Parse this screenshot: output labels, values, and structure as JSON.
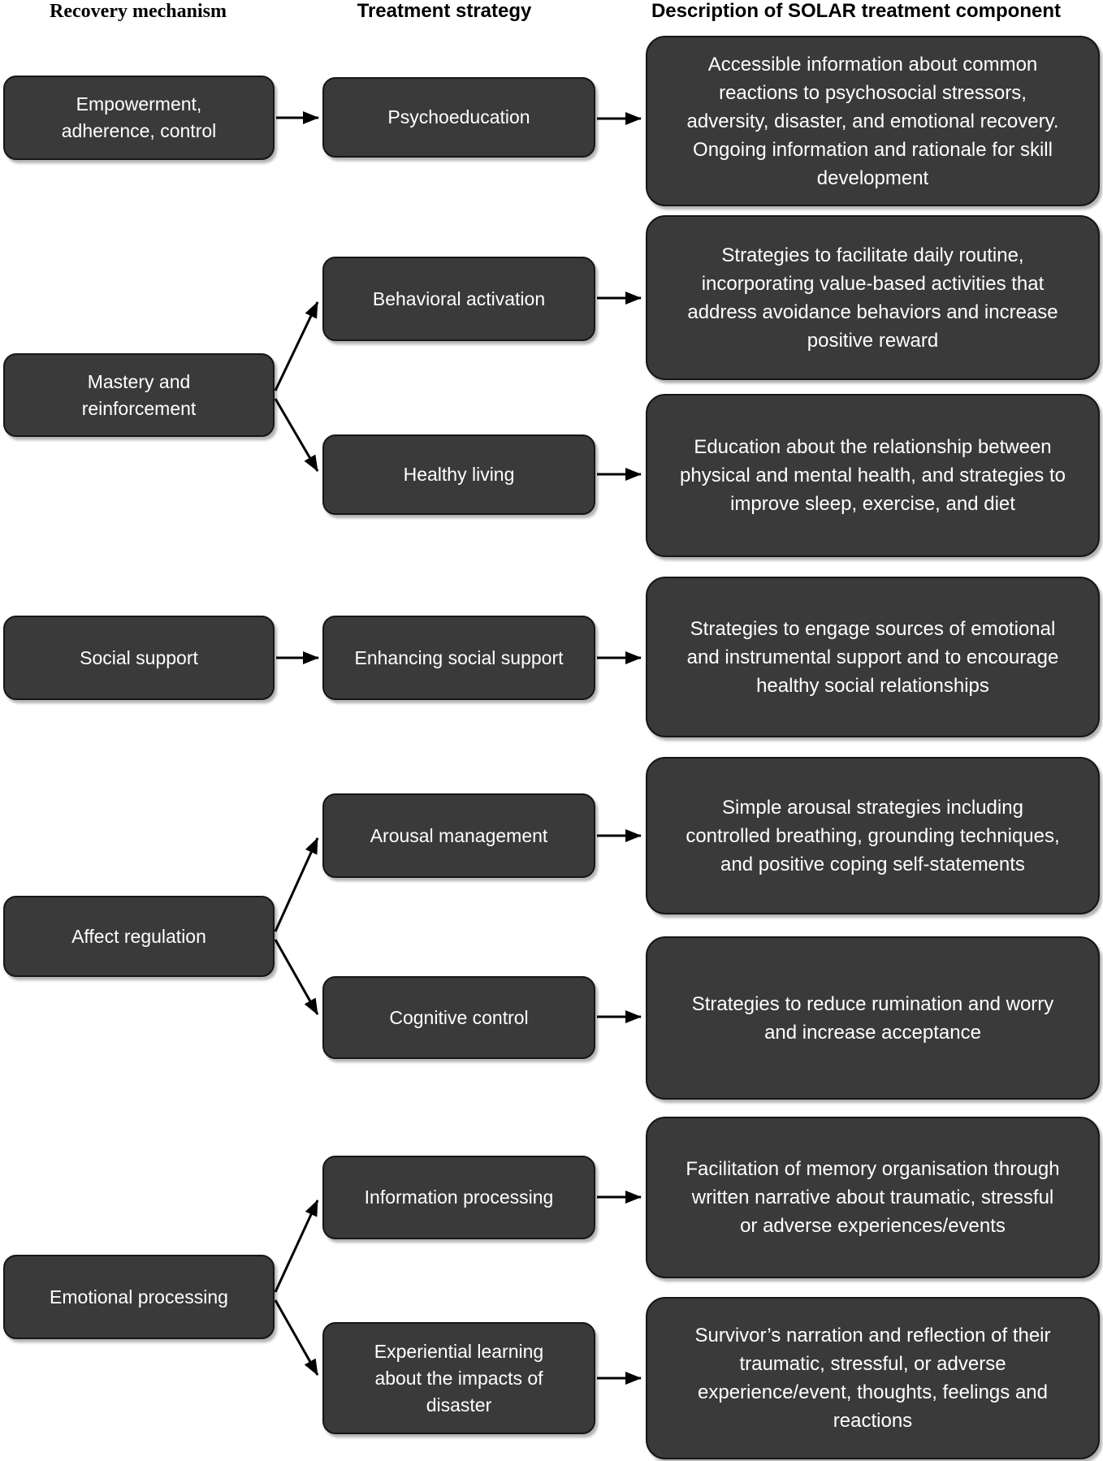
{
  "figure_title": "SOLAR treatment components diagram",
  "headers": {
    "recovery": "Recovery mechanism",
    "treatment": "Treatment strategy",
    "description": "Description of SOLAR treatment component"
  },
  "mechanisms": {
    "empowerment": "Empowerment,\nadherence, control",
    "mastery": "Mastery and\nreinforcement",
    "social": "Social support",
    "affect": "Affect regulation",
    "emotional": "Emotional processing"
  },
  "strategies": {
    "psychoeducation": "Psychoeducation",
    "behavioral_activation": "Behavioral activation",
    "healthy_living": "Healthy living",
    "enhancing_social_support": "Enhancing social support",
    "arousal_management": "Arousal management",
    "cognitive_control": "Cognitive control",
    "information_processing": "Information processing",
    "experiential_learning": "Experiential learning\nabout the impacts of\ndisaster"
  },
  "descriptions": {
    "psychoeducation": "Accessible information about common\nreactions to psychosocial stressors,\nadversity, disaster, and emotional recovery.\nOngoing information and rationale for skill\ndevelopment",
    "behavioral_activation": "Strategies to facilitate daily routine,\nincorporating value-based activities that\naddress avoidance behaviors and increase\npositive reward",
    "healthy_living": "Education about the relationship between\nphysical and mental health, and strategies to\nimprove sleep, exercise, and diet",
    "enhancing_social_support": "Strategies to engage sources of emotional\nand instrumental support and to encourage\nhealthy social relationships",
    "arousal_management": "Simple arousal strategies including\ncontrolled breathing, grounding techniques,\nand positive coping self-statements",
    "cognitive_control": "Strategies to reduce rumination and worry\nand increase acceptance",
    "information_processing": "Facilitation of memory organisation through\nwritten narrative about traumatic, stressful\nor adverse experiences/events",
    "experiential_learning": "Survivor’s narration and reflection of their\ntraumatic, stressful, or adverse\nexperience/event, thoughts, feelings and\nreactions"
  },
  "connections": [
    {
      "from": "Empowerment, adherence, control",
      "to": "Psychoeducation"
    },
    {
      "from": "Mastery and reinforcement",
      "to": "Behavioral activation"
    },
    {
      "from": "Mastery and reinforcement",
      "to": "Healthy living"
    },
    {
      "from": "Social support",
      "to": "Enhancing social support"
    },
    {
      "from": "Affect regulation",
      "to": "Arousal management"
    },
    {
      "from": "Affect regulation",
      "to": "Cognitive control"
    },
    {
      "from": "Emotional processing",
      "to": "Information processing"
    },
    {
      "from": "Emotional processing",
      "to": "Experiential learning about the impacts of disaster"
    },
    {
      "from": "each treatment strategy",
      "to": "its description box"
    }
  ],
  "colors": {
    "box_fill": "#3a3a3a",
    "box_border": "#161616",
    "box_text": "#ffffff",
    "arrow": "#000000",
    "background": "#ffffff",
    "header_text": "#000000"
  }
}
